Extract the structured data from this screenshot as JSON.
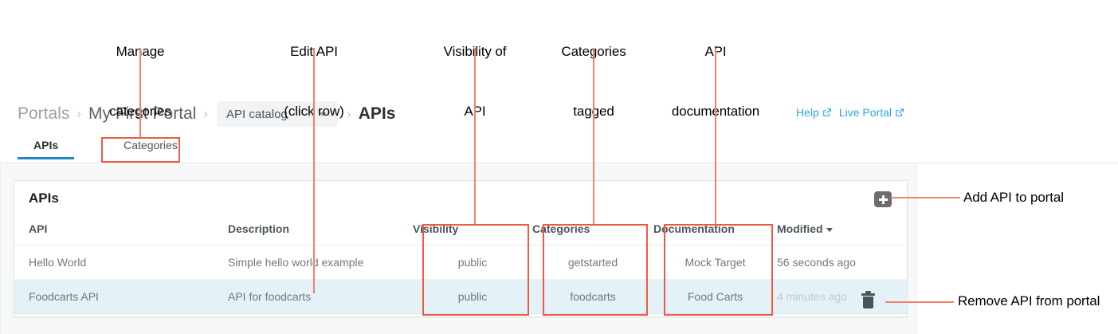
{
  "annotations": [
    {
      "id": "manage-categories",
      "line1": "Manage",
      "line2": "categories"
    },
    {
      "id": "edit-api",
      "line1": "Edit API",
      "line2": "(click row)"
    },
    {
      "id": "visibility-of-api",
      "line1": "Visibility of",
      "line2": "API"
    },
    {
      "id": "categories-tagged",
      "line1": "Categories",
      "line2": "tagged"
    },
    {
      "id": "api-documentation",
      "line1": "API",
      "line2": "documentation"
    },
    {
      "id": "add-api",
      "line1": "Add API to portal",
      "line2": ""
    },
    {
      "id": "remove-api",
      "line1": "Remove API from portal",
      "line2": ""
    }
  ],
  "annotation_color": "#f4816b",
  "highlight_color": "#ef5a43",
  "breadcrumb": {
    "portals": "Portals",
    "portal_name": "My First Portal",
    "catalog_select": "API catalog",
    "current": "APIs",
    "separator": "›"
  },
  "toplinks": {
    "help": "Help",
    "live_portal": "Live Portal",
    "color": "#2ba6e0"
  },
  "tabs": [
    {
      "label": "APIs",
      "active": true
    },
    {
      "label": "Categories",
      "active": false
    }
  ],
  "card": {
    "title": "APIs",
    "add_button_label": "+"
  },
  "table": {
    "columns": [
      "API",
      "Description",
      "Visibility",
      "Categories",
      "Documentation",
      "Modified"
    ],
    "sorted_by": "Modified",
    "rows": [
      {
        "api": "Hello World",
        "description": "Simple hello world example",
        "visibility": "public",
        "categories": "getstarted",
        "documentation": "Mock Target",
        "modified": "56 seconds ago",
        "selected": false
      },
      {
        "api": "Foodcarts API",
        "description": "API for foodcarts",
        "visibility": "public",
        "categories": "foodcarts",
        "documentation": "Food Carts",
        "modified": "4 minutes ago",
        "selected": true
      }
    ]
  }
}
